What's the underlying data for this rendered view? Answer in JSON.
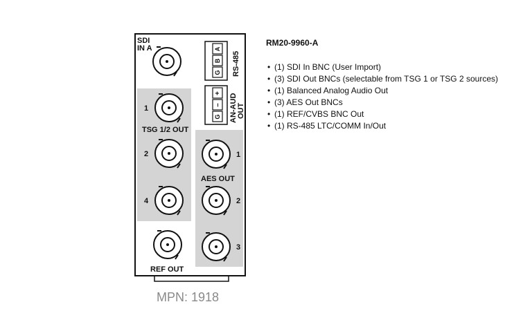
{
  "panel": {
    "sdi_in_a": [
      "SDI",
      "IN A"
    ],
    "rs485": {
      "label": "RS-485",
      "pins": [
        "A",
        "B",
        "G"
      ]
    },
    "an_aud": {
      "label": [
        "AN-AUD",
        "OUT"
      ],
      "pins": [
        "+",
        "–",
        "G"
      ]
    },
    "tsg_out_label": "TSG 1/2 OUT",
    "tsg_numbers": [
      "1",
      "2",
      "4"
    ],
    "aes_out_label": "AES OUT",
    "aes_numbers": [
      "1",
      "2",
      "3"
    ],
    "ref_out_label": "REF OUT"
  },
  "mpn": "MPN: 1918",
  "spec": {
    "title": "RM20-9960-A",
    "items": [
      "(1) SDI In BNC (User Import)",
      "(3) SDI Out BNCs (selectable from TSG 1 or TSG 2 sources)",
      "(1) Balanced Analog Audio Out",
      "(3) AES Out BNCs",
      "(1) REF/CVBS BNC Out",
      "(1) RS-485 LTC/COMM In/Out"
    ]
  },
  "colors": {
    "shade": "#d4d4d4",
    "outline": "#111111"
  }
}
